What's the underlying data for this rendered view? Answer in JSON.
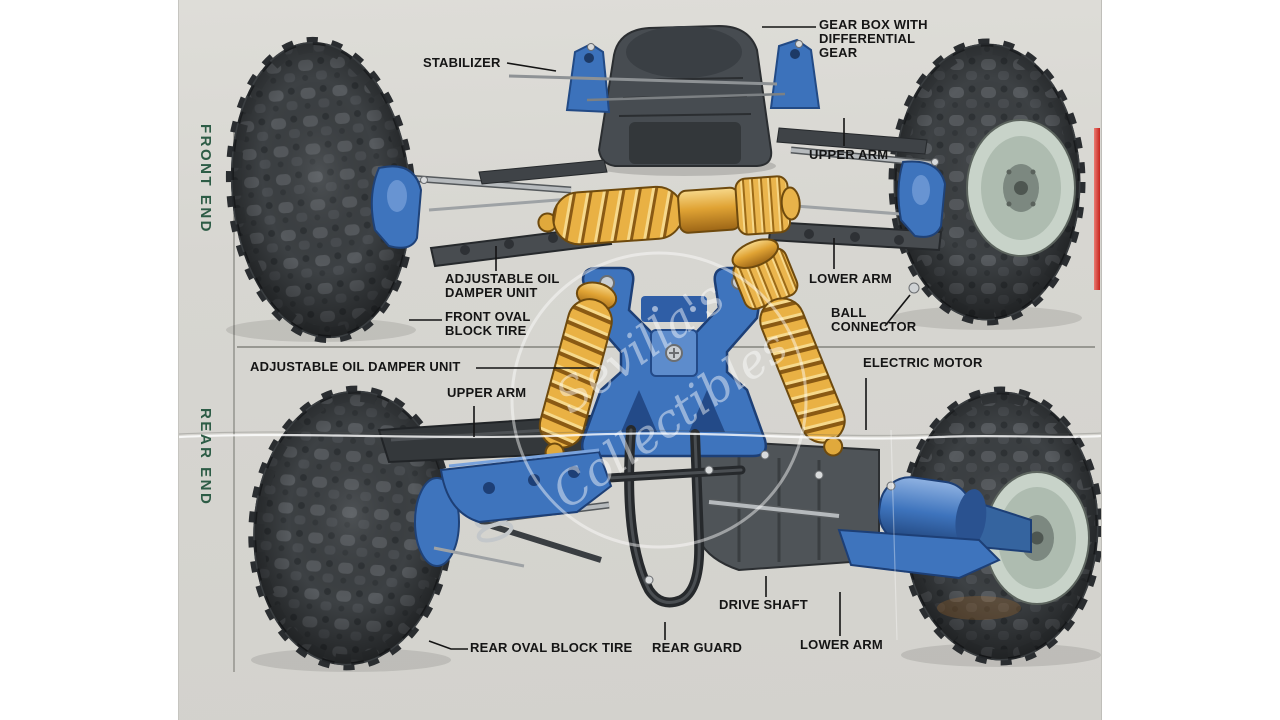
{
  "sections": {
    "front": "FRONT END",
    "rear": "REAR END"
  },
  "labels": {
    "stabilizer": "STABILIZER",
    "gear_box": "GEAR BOX WITH\nDIFFERENTIAL\nGEAR",
    "upper_arm_front": "UPPER ARM",
    "lower_arm_front": "LOWER ARM",
    "ball_connector": "BALL\nCONNECTOR",
    "adjustable_oil_damper_front": "ADJUSTABLE OIL\nDAMPER UNIT",
    "front_oval_block_tire": "FRONT OVAL\nBLOCK TIRE",
    "adjustable_oil_damper_rear": "ADJUSTABLE OIL DAMPER UNIT",
    "upper_arm_rear": "UPPER ARM",
    "electric_motor": "ELECTRIC MOTOR",
    "drive_shaft": "DRIVE SHAFT",
    "rear_guard": "REAR GUARD",
    "rear_oval_block_tire": "REAR OVAL BLOCK TIRE",
    "lower_arm_rear": "LOWER ARM"
  },
  "watermark": {
    "line1": "Sevilla's",
    "line2": "Collectibles"
  },
  "colors": {
    "background": "#d6d5d0",
    "label_text": "#151515",
    "section_text": "#2d5c46",
    "accent_red": "#c6231d",
    "blue_part": "#3e74bd",
    "gold_damper": "#e3a83c",
    "tire": "#3d4144",
    "rim": "#c8d3c9"
  }
}
